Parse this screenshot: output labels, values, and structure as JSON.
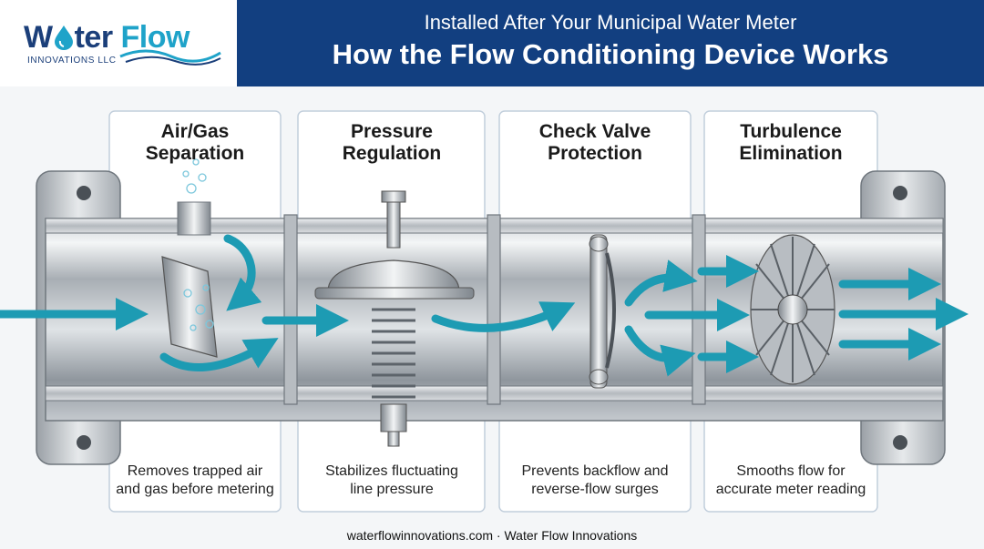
{
  "logo": {
    "word_part1": "W",
    "word_part2": "ter",
    "word_part3": "Flow",
    "subtitle": "INNOVATIONS LLC"
  },
  "header": {
    "line1": "Installed After Your Municipal Water Meter",
    "line2": "How the Flow Conditioning Device Works"
  },
  "cards": [
    {
      "title1": "Air/Gas",
      "title2": "Separation",
      "desc1": "Removes trapped air",
      "desc2": "and gas before metering"
    },
    {
      "title1": "Pressure",
      "title2": "Regulation",
      "desc1": "Stabilizes fluctuating",
      "desc2": "line pressure"
    },
    {
      "title1": "Check Valve",
      "title2": "Protection",
      "desc1": "Prevents backflow and",
      "desc2": "reverse-flow surges"
    },
    {
      "title1": "Turbulence",
      "title2": "Elimination",
      "desc1": "Smooths flow for",
      "desc2": "accurate meter reading"
    }
  ],
  "footer": "waterflowinnovations.com · Water Flow Innovations",
  "colors": {
    "header_band": "#123f80",
    "brand_dark": "#1b3f7a",
    "brand_light": "#1fa3c9",
    "flow_arrow": "#1d9bb3"
  }
}
